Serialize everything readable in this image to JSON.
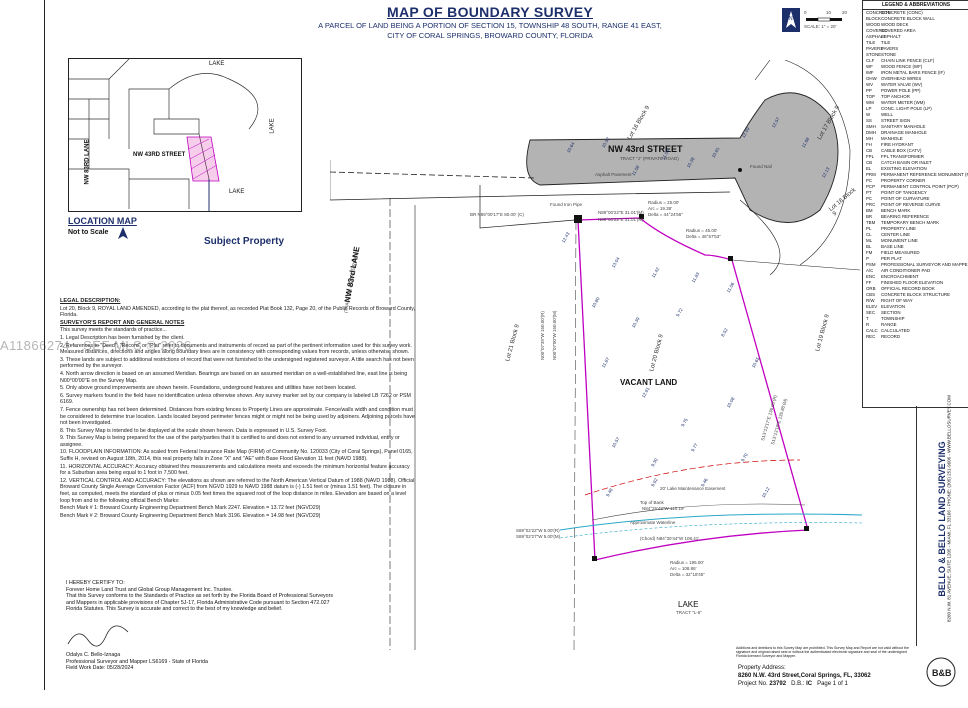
{
  "title": {
    "main": "MAP OF BOUNDARY SURVEY",
    "line1": "A PARCEL OF LAND BEING A PORTION OF SECTION 15, TOWNSHIP 48 SOUTH, RANGE 41 EAST,",
    "line2": "CITY OF CORAL SPRINGS, BROWARD COUNTY, FLORIDA"
  },
  "scale": {
    "text": "SCALE: 1\" = 20'",
    "ticks": [
      "0",
      "10",
      "20"
    ]
  },
  "location_map": {
    "title": "LOCATION MAP",
    "not_to_scale": "Not to Scale",
    "street": "NW 43RD STREET",
    "lane": "NW 83RD LANE",
    "lake_top": "LAKE",
    "lake_right": "LAKE",
    "lake_bottom": "LAKE",
    "subject": "Subject Property"
  },
  "plat": {
    "street_name": "NW 43rd STREET",
    "tract_j": "TRACT \"J\" (PRIVATE ROAD)",
    "pavement": "Asphalt Pavement",
    "lane_name": "NW 83rd LANE",
    "lane_sub": "(TRACT \"J\") (PRIVATE ROAD)",
    "vacant": "VACANT LAND",
    "lake": "LAKE",
    "lake_tract": "TRACT \"L-5\"",
    "lot20": "Lot 20\nBlock 9",
    "lot19": "Lot 19\nBlock 9",
    "lot21": "Lot 21\nBlock 9",
    "lot16": "Lot 16\nBlock 9",
    "lot17": "Lot 17\nBlock 9",
    "lot18": "Lot 18\nBlock 9",
    "curve_top": [
      "Radius = 25.00'",
      "Arc = 19.38'",
      "Delta = 44°24'55\""
    ],
    "curve_mid": [
      "Radius = 45.00'",
      "Delta = 48°57'53\""
    ],
    "bearing_top1": "N89°00'22\"E  31.01'(M)",
    "bearing_top2": "N89°00'22\"E  31.01'(M)",
    "bearing_br": "BR N89°00'17\"E  80.00' (C)",
    "bearing_left": "N00°07'39\"W  150.00'(R)",
    "bearing_left2": "N00°07'00\"W  150.00'(M)",
    "bearing_right": "S13°13'17\"E  136.00'(R)",
    "bearing_right2": "S13°13'18\"E  135.85'(M)",
    "bearing_bot1": "N84°25'48\"W  110.19'",
    "bearing_bot2": "S89°02'22\"W  5.00'(R)",
    "bearing_bot3": "S89°02'27\"W  5.00'(M)",
    "chord": "(Chord) N84°30'44\"W  108.41'",
    "curve_bot": [
      "Radius = 195.00'",
      "Arc = 108.86'",
      "Delta = 32°18'45\""
    ],
    "easement": "20' Lake Maintenance Easement",
    "top_of_bank": "Top of Bank",
    "waterline": "Approximate Waterline",
    "found_iron": "Found Iron Pipe",
    "found_nail": "Found Nail",
    "spot_elevations": [
      "10.64",
      "10.52",
      "11.08",
      "11.06",
      "10.38",
      "10.81",
      "12.09",
      "12.57",
      "11.68",
      "12.13",
      "12.43",
      "13.04",
      "11.42",
      "11.83",
      "11.06",
      "10.80",
      "10.39",
      "9.72",
      "8.52",
      "10.65",
      "11.87",
      "12.91",
      "9.75",
      "10.08",
      "10.57",
      "9.30",
      "9.77",
      "9.70",
      "9.48",
      "9.92",
      "9.46",
      "10.12"
    ]
  },
  "legal": {
    "head1": "LEGAL DESCRIPTION:",
    "text1": "Lot 20, Block 9, ROYAL LAND AMENDED, according to the plat thereof, as recorded Plat Book 132, Page 20, of the Public Records of Broward County, Florida.",
    "head2": "SURVEYOR'S REPORT AND GENERAL NOTES",
    "intro": "This survey meets the standards of practice...",
    "notes": [
      "1. Legal Description has been furnished by the client.",
      "2. References to \"Deed\", \"Record\" or \"Plat\" refer to documents and instruments of record as part of the pertinent information used for this survey work. Measured distances, directions and angles along boundary lines are in consistency with corresponding values from records, unless otherwise shown.",
      "3. These lands are subject to additional restrictions of record that were not furnished to the undersigned registered surveyor. A title search has not been performed by the surveyor.",
      "4. North arrow direction is based on an assumed Meridian. Bearings are based on an assumed meridian on a well-established line, east line is being N00°00'00\"E on the Survey Map.",
      "5. Only above ground improvements are shown herein. Foundations, underground features and utilities have not been located.",
      "6. Survey markers found in the field have no identification unless otherwise shown. Any survey marker set by our company is labeled LB 7262 or PSM 6169.",
      "7. Fence ownership has not been determined. Distances from existing fences to Property Lines are approximate. Fence/walls width and condition must be considered to determine true location. Lands located beyond perimeter fences might or might not be being used by adjoiners. Adjoining parcels have not been investigated.",
      "8. This Survey Map is intended to be displayed at the scale shown hereon. Data is expressed in U.S. Survey Foot.",
      "9. This Survey Map is being prepared for the use of the party/parties that it is certified to and does not extend to any unnamed individual, entity or assignee.",
      "10. FLOODPLAIN INFORMATION: As scaled from Federal Insurance Rate Map (FIRM) of Community No. 120033 (City of Coral Springs), Panel 0165, Suffix H, revised on August 18th, 2014, this real property falls in Zone \"X\" and \"AE\" with Base Flood Elevation 11 feet (NAVD 1988).",
      "11. HORIZONTAL ACCURACY: Accuracy obtained thru measurements and calculations meets and exceeds the minimum horizontal feature accuracy for a Suburban area being equal to 1 foot in 7,500 feet.",
      "12. VERTICAL CONTROL AND ACCURACY: The elevations as shown are referred to the North American Vertical Datum of 1988 (NAVD 1988). Official Broward County Single Average Conversion Factor (ACF) from NGVD 1929 to NAVD 1988 datum is (-) 1.51 feet or (minus 1.51 feet). The closure in feet, as computed, meets the standard of plus or minus 0.05 feet times the squared root of the loop distance in miles. Elevation are based on a level loop from and to the following official Bench Marks:",
      "Bench Mark # 1: Broward County Engineering Department Bench Mark 2247. Elevation = 13.72 feet (NGVD29)",
      "Bench Mark # 2: Broward County Engineering Department Bench Mark 3196. Elevation = 14.98 feet (NGVD29)"
    ]
  },
  "certification": {
    "head": "I HEREBY CERTIFY TO:",
    "to": "Forever Home Land Trust and Global Group Management Inc. Trustee.",
    "text": "That this Survey conforms to the Standards of Practice as set forth by the Florida Board of Professional Surveyors and Mappers in applicable provisions of Chapter 5J-17, Florida Administrative Code pursuant to Section 472.027 Florida Statutes. This Survey is accurate and correct to the best of my knowledge and belief.",
    "name": "Odalys C. Bello-Iznaga",
    "role": "Professional Surveyor and Mapper LS6169 - State of Florida",
    "field_work": "Field Work Date: 05/28/2024"
  },
  "legend": {
    "title": "LEGEND & ABBREVIATIONS",
    "items": [
      [
        "CONCRETE",
        "CONCRETE (CONC)"
      ],
      [
        "BLOCK",
        "CONCRETE BLOCK WALL"
      ],
      [
        "WOOD",
        "WOOD DECK"
      ],
      [
        "COVERED",
        "COVERED AREA"
      ],
      [
        "ASPHALT",
        "ASPHALT"
      ],
      [
        "TILE",
        "TILE"
      ],
      [
        "PAVERS",
        "PAVERS"
      ],
      [
        "STONE",
        "STONE"
      ],
      [
        "CLF",
        "CHAIN LINK FENCE (CLF)"
      ],
      [
        "WF",
        "WOOD FENCE (WF)"
      ],
      [
        "IMF",
        "IRON METAL BARS FENCE (IF)"
      ],
      [
        "OHW",
        "OVERHEAD WIRES"
      ],
      [
        "WV",
        "WATER VALVE (WV)"
      ],
      [
        "PP",
        "POWER POLE (PP)"
      ],
      [
        "TOP",
        "TOP ANCHOR"
      ],
      [
        "WM",
        "WATER METER (WM)"
      ],
      [
        "LP",
        "CONC. LIGHT POLE (LP)"
      ],
      [
        "W",
        "WELL"
      ],
      [
        "SS",
        "STREET SIGN"
      ],
      [
        "SMH",
        "SANITARY MANHOLE"
      ],
      [
        "DMH",
        "DRAINAGE MANHOLE"
      ],
      [
        "MH",
        "MANHOLE"
      ],
      [
        "FH",
        "FIRE HYDRANT"
      ],
      [
        "CB",
        "CABLE BOX (CATV)"
      ],
      [
        "FPL",
        "FPL TRANSFORMER"
      ],
      [
        "CB",
        "CATCH BASIN OR INLET"
      ],
      [
        "EL",
        "EXISTING ELEVATION"
      ],
      [
        "PRM",
        "PERMANENT REFERENCE MONUMENT (PRM)"
      ],
      [
        "PC",
        "PROPERTY CORNER"
      ],
      [
        "PCP",
        "PERMANENT CONTROL POINT (PCP)"
      ],
      [
        "PT",
        "POINT OF TANGENCY"
      ],
      [
        "PC",
        "POINT OF CURVATURE"
      ],
      [
        "PRC",
        "POINT OF REVERSE CURVE"
      ],
      [
        "BM",
        "BENCH MARK"
      ],
      [
        "BR",
        "BEARING REFERENCE"
      ],
      [
        "TBM",
        "TEMPORARY BENCH MARK"
      ],
      [
        "PL",
        "PROPERTY LINE"
      ],
      [
        "CL",
        "CENTER LINE"
      ],
      [
        "ML",
        "MONUMENT LINE"
      ],
      [
        "BL",
        "BASE LINE"
      ],
      [
        "FM",
        "FIELD MEASURED"
      ],
      [
        "P",
        "PER PLAT"
      ],
      [
        "PSM",
        "PROFESSIONAL SURVEYOR AND MAPPER"
      ],
      [
        "A/C",
        "AIR CONDITIONER PAD"
      ],
      [
        "ENC",
        "ENCROACHMENT"
      ],
      [
        "FF",
        "FINISHED FLOOR ELEVATION"
      ],
      [
        "ORB",
        "OFFICIAL RECORD BOOK"
      ],
      [
        "CBS",
        "CONCRETE BLOCK STRUCTURE"
      ],
      [
        "R/W",
        "RIGHT OF WAY"
      ],
      [
        "ELEV",
        "ELEVATION"
      ],
      [
        "SEC",
        "SECTION"
      ],
      [
        "T",
        "TOWNSHIP"
      ],
      [
        "R",
        "RANGE"
      ],
      [
        "CALC",
        "CALCULATED"
      ],
      [
        "REC",
        "RECORD"
      ]
    ]
  },
  "titleblock": {
    "company": "BELLO & BELLO LAND SURVEYING",
    "contact": "8260 N.W. 81 AVENUE, SUITE 1205 - MIAMI, FL 33166 - PHONE: (305) 251-9606 - WWW.BELLOSURVEY.COM"
  },
  "footer": {
    "prop_label": "Property Address:",
    "address": "8260 N.W. 43rd Street,Coral Springs, FL, 33062",
    "project_label": "Project No.",
    "project_no": "23792",
    "db_label": "D.B.:",
    "db_value": "IC",
    "page": "Page 1 of 1",
    "disclaimer": "Additions and deletions to this Survey Map are prohibited. This Survey Map and Report are not valid without the signature and original raised seal or without the authenticated electronic signature and seal of the undersigned Florida licensed Surveyor and Mapper."
  },
  "watermark": "A11866274 - SEF MLS © 2026",
  "colors": {
    "accent": "#1c2f6b",
    "boundary": "#c000c0",
    "road": "#b3b3b3",
    "water": "#2aa7c9",
    "easement": "#cc0000"
  }
}
